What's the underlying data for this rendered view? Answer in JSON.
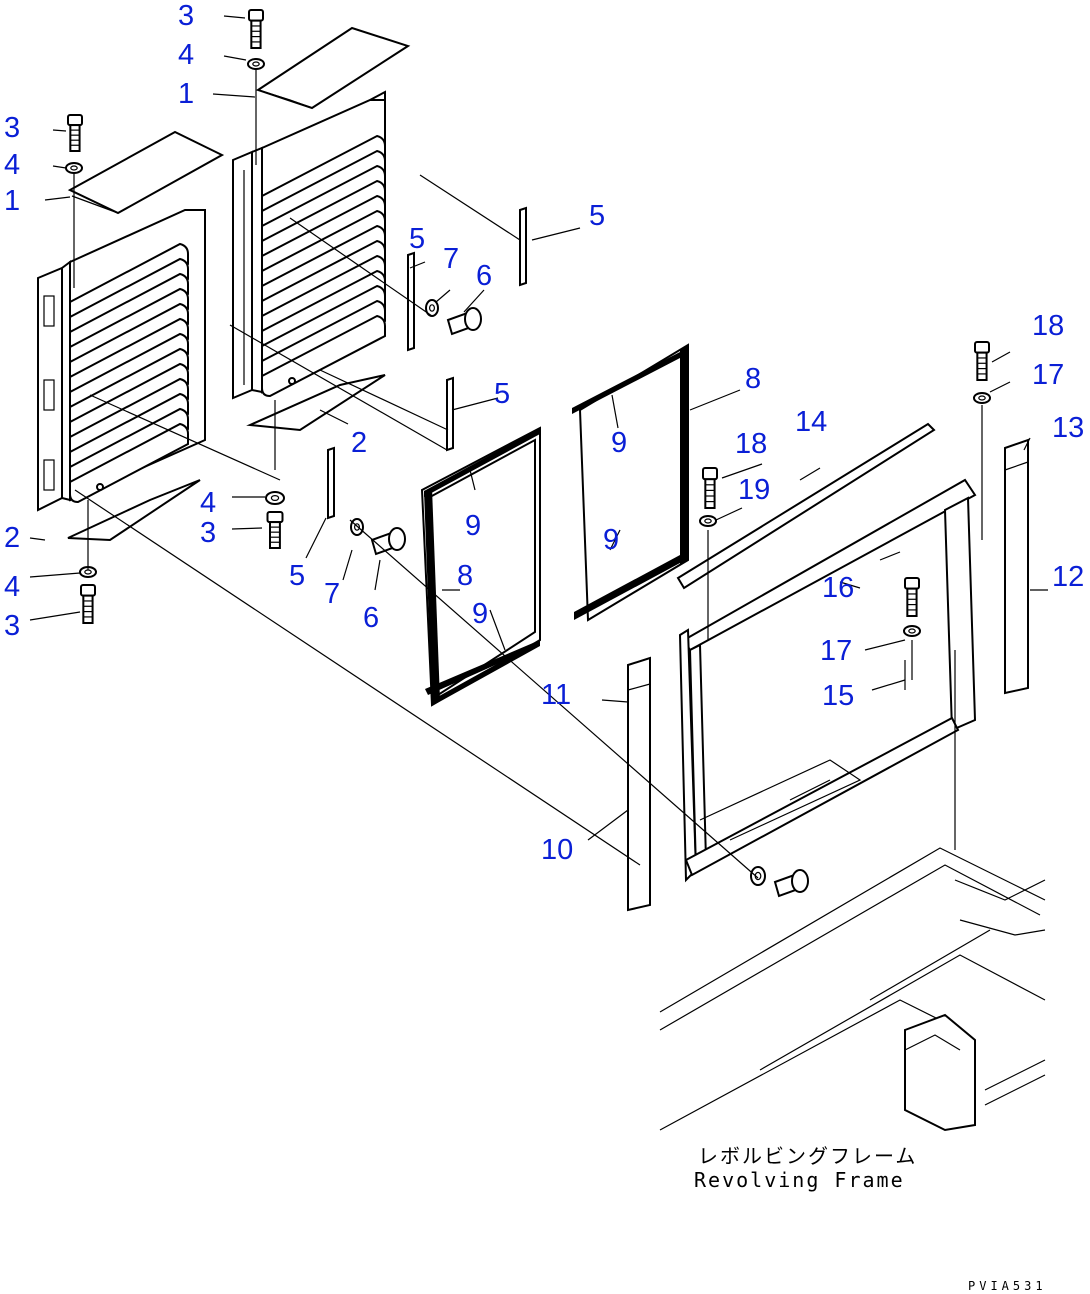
{
  "callouts": [
    {
      "label": "3"
    },
    {
      "label": "4"
    },
    {
      "label": "1"
    },
    {
      "label": "3"
    },
    {
      "label": "4"
    },
    {
      "label": "1"
    },
    {
      "label": "5"
    },
    {
      "label": "5"
    },
    {
      "label": "7"
    },
    {
      "label": "6"
    },
    {
      "label": "5"
    },
    {
      "label": "2"
    },
    {
      "label": "8"
    },
    {
      "label": "9"
    },
    {
      "label": "18"
    },
    {
      "label": "17"
    },
    {
      "label": "14"
    },
    {
      "label": "13"
    },
    {
      "label": "18"
    },
    {
      "label": "19"
    },
    {
      "label": "9"
    },
    {
      "label": "9"
    },
    {
      "label": "4"
    },
    {
      "label": "3"
    },
    {
      "label": "2"
    },
    {
      "label": "5"
    },
    {
      "label": "7"
    },
    {
      "label": "6"
    },
    {
      "label": "4"
    },
    {
      "label": "3"
    },
    {
      "label": "8"
    },
    {
      "label": "9"
    },
    {
      "label": "16"
    },
    {
      "label": "12"
    },
    {
      "label": "17"
    },
    {
      "label": "15"
    },
    {
      "label": "11"
    },
    {
      "label": "10"
    }
  ],
  "caption": {
    "japanese": "レボルビングフレーム",
    "english": "Revolving Frame"
  },
  "drawing_code": "PVIA531",
  "colors": {
    "callout": "#0a1fd6",
    "line": "#000000",
    "background": "#ffffff"
  }
}
